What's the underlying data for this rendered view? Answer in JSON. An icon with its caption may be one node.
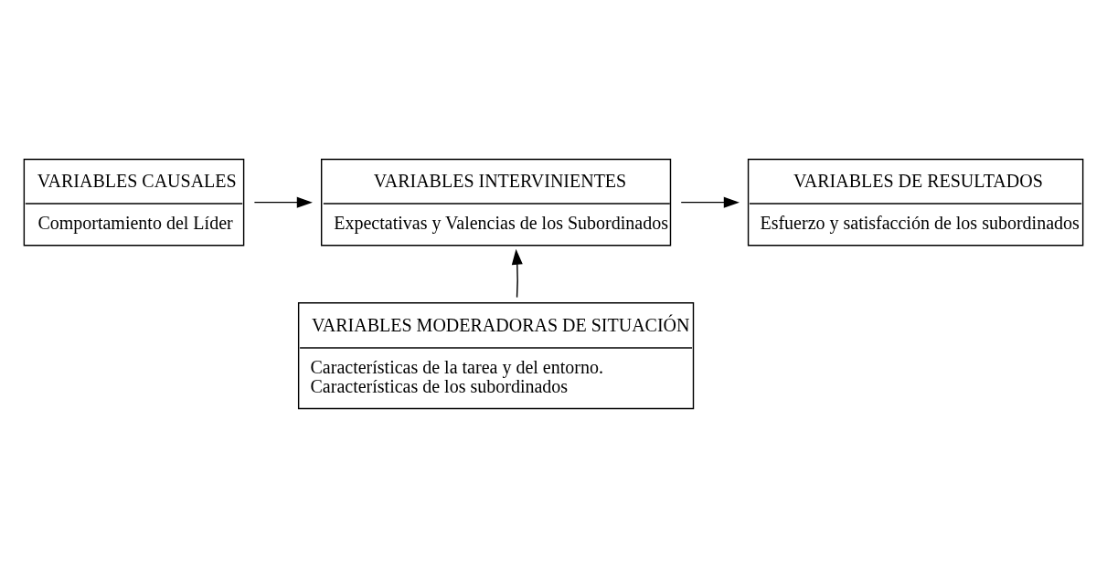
{
  "diagram": {
    "nodes": [
      {
        "text": [
          "VARIABLES CAUSALES",
          "Comportamiento del Líder"
        ]
      },
      {
        "text": [
          "VARIABLES INTERVINIENTES",
          "Expectativas y Valencias de los Subordinados"
        ]
      },
      {
        "text": [
          "VARIABLES DE RESULTADOS",
          "Esfuerzo y satisfacción de los subordinados"
        ]
      },
      {
        "text": [
          "VARIABLES MODERADORAS DE SITUACIÓN",
          "Características de la tarea y del entorno.",
          "Características de los subordinados"
        ]
      }
    ],
    "edges": [
      {
        "from": 0,
        "to": 1,
        "arrow": "to"
      },
      {
        "from": 1,
        "to": 2,
        "arrow": "to"
      },
      {
        "from": 3,
        "to": 1,
        "arrow": "to"
      }
    ]
  }
}
